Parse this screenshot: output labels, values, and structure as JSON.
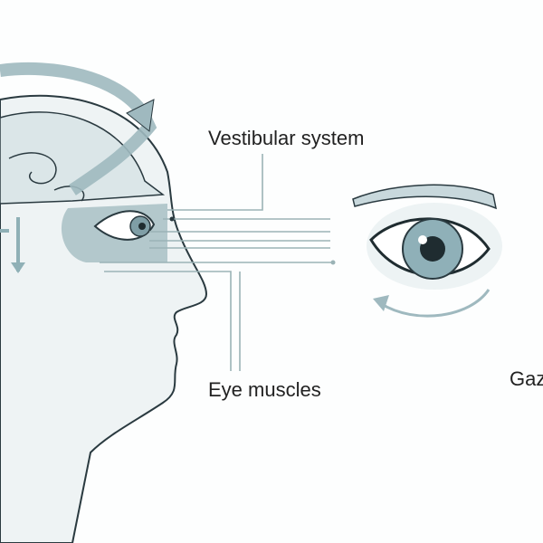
{
  "labels": {
    "vestibular": "Vestibular system",
    "eye_muscles": "Eye muscles",
    "gaze": "Gaz"
  },
  "colors": {
    "outline": "#2a3a40",
    "accent": "#9fb9bf",
    "accent_fill": "#c8d8dc",
    "line": "#9bb3b6"
  }
}
